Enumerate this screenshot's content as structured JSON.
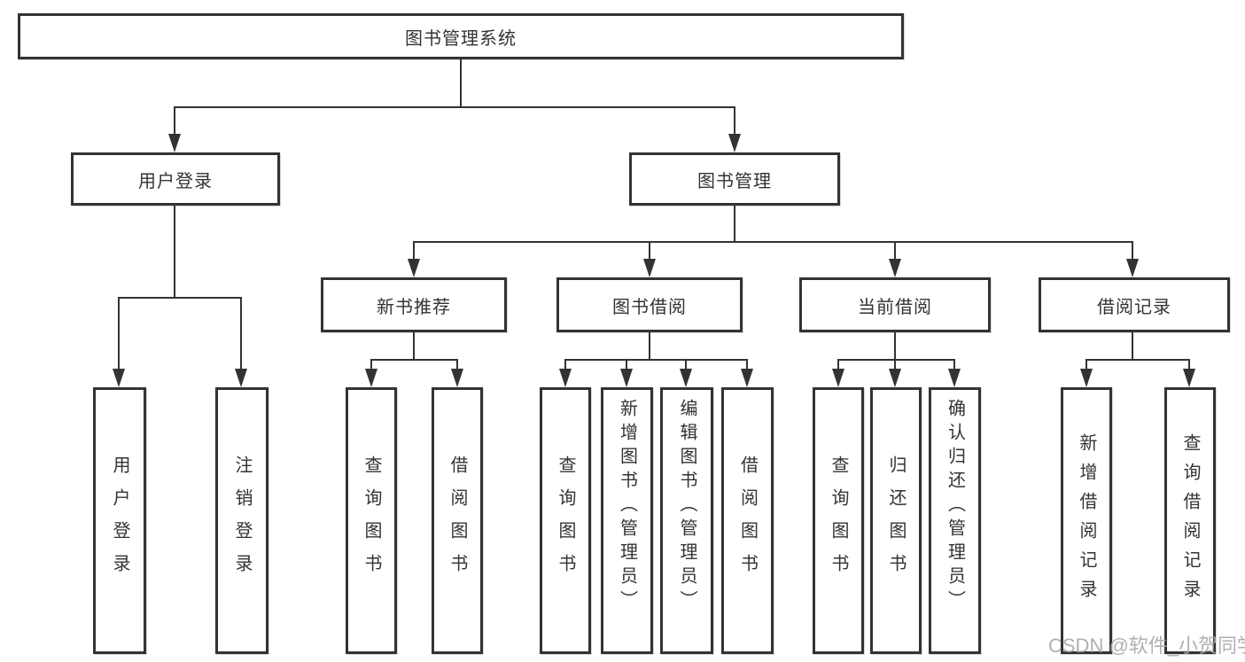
{
  "diagram_title": "图书管理系统",
  "watermark": "CSDN @软件_小贺同学",
  "colors": {
    "line": "#333333",
    "text": "#333333",
    "watermark": "#a8a8a8",
    "background": "#ffffff"
  },
  "tree": {
    "root": "图书管理系统",
    "branches": [
      {
        "label": "用户登录",
        "children": [
          {
            "label": "用户登录"
          },
          {
            "label": "注销登录"
          }
        ]
      },
      {
        "label": "图书管理",
        "children": [
          {
            "label": "新书推荐",
            "children": [
              {
                "label": "查询图书"
              },
              {
                "label": "借阅图书"
              }
            ]
          },
          {
            "label": "图书借阅",
            "children": [
              {
                "label": "查询图书"
              },
              {
                "label": "新增图书（管理员）"
              },
              {
                "label": "编辑图书（管理员）"
              },
              {
                "label": "借阅图书"
              }
            ]
          },
          {
            "label": "当前借阅",
            "children": [
              {
                "label": "查询图书"
              },
              {
                "label": "归还图书"
              },
              {
                "label": "确认归还（管理员）"
              }
            ]
          },
          {
            "label": "借阅记录",
            "children": [
              {
                "label": "新增借阅记录"
              },
              {
                "label": "查询借阅记录"
              }
            ]
          }
        ]
      }
    ]
  }
}
